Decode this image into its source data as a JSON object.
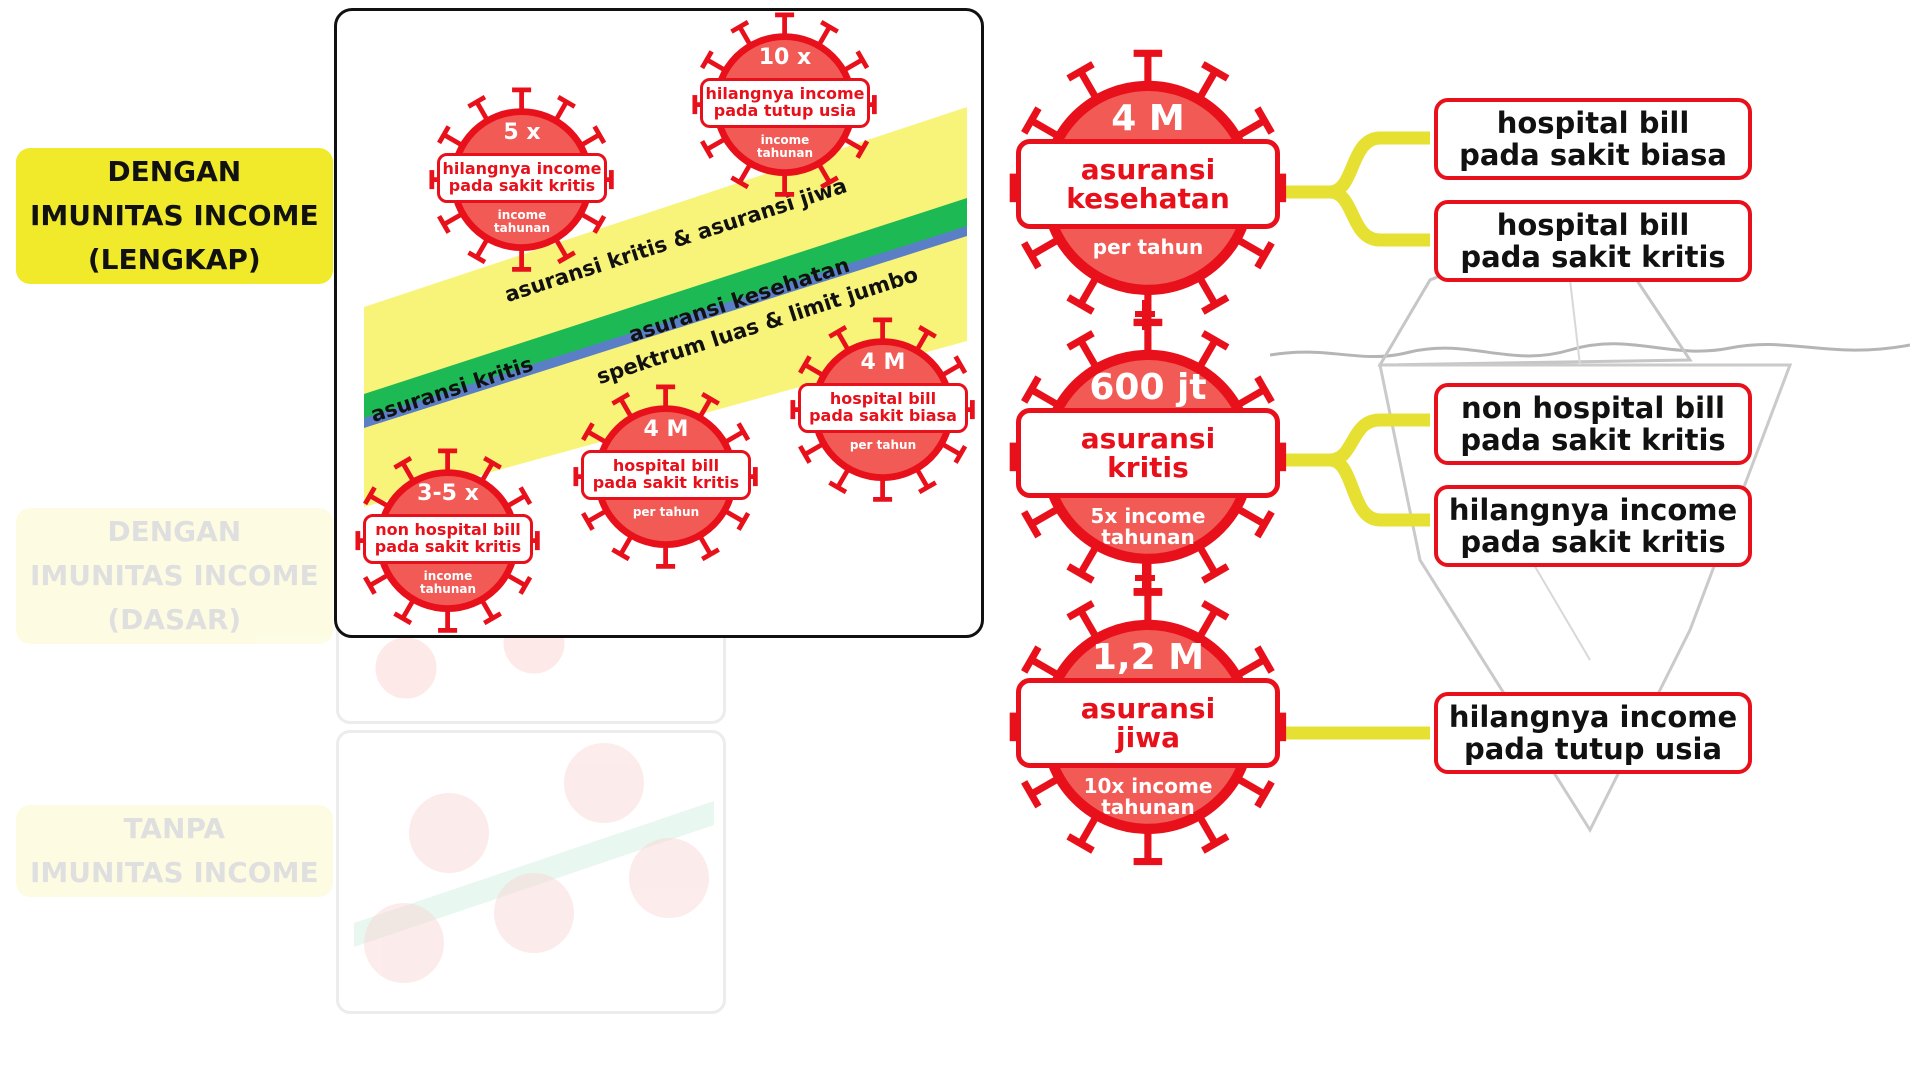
{
  "labels": {
    "lengkap": [
      "DENGAN",
      "IMUNITAS INCOME",
      "(LENGKAP)"
    ],
    "dasar": [
      "DENGAN",
      "IMUNITAS INCOME",
      "(DASAR)"
    ],
    "tanpa": [
      "TANPA",
      "IMUNITAS INCOME"
    ]
  },
  "bands": {
    "top": "asuransi kritis & asuransi jiwa",
    "left": "asuransi kritis",
    "right_line1": "asuransi kesehatan",
    "right_line2": "spektrum luas & limit jumbo"
  },
  "box_viruses": [
    {
      "top": "5 x",
      "line1": "hilangnya income",
      "line2": "pada sakit kritis",
      "b1": "income",
      "b2": "tahunan"
    },
    {
      "top": "10 x",
      "line1": "hilangnya income",
      "line2": "pada tutup usia",
      "b1": "income",
      "b2": "tahunan"
    },
    {
      "top": "4 M",
      "line1": "hospital bill",
      "line2": "pada sakit biasa",
      "b1": "per tahun",
      "b2": ""
    },
    {
      "top": "4 M",
      "line1": "hospital bill",
      "line2": "pada sakit kritis",
      "b1": "per tahun",
      "b2": ""
    },
    {
      "top": "3-5 x",
      "line1": "non hospital bill",
      "line2": "pada sakit kritis",
      "b1": "income",
      "b2": "tahunan"
    }
  ],
  "big_viruses": [
    {
      "top": "4 M",
      "line1": "asuransi",
      "line2": "kesehatan",
      "b1": "per tahun",
      "b2": ""
    },
    {
      "top": "600 jt",
      "line1": "asuransi",
      "line2": "kritis",
      "b1": "5x income",
      "b2": "tahunan"
    },
    {
      "top": "1,2 M",
      "line1": "asuransi",
      "line2": "jiwa",
      "b1": "10x income",
      "b2": "tahunan"
    }
  ],
  "outcomes": [
    {
      "line1": "hospital bill",
      "line2": "pada sakit biasa"
    },
    {
      "line1": "hospital bill",
      "line2": "pada sakit kritis"
    },
    {
      "line1": "non hospital bill",
      "line2": "pada sakit kritis"
    },
    {
      "line1": "hilangnya income",
      "line2": "pada sakit kritis"
    },
    {
      "line1": "hilangnya income",
      "line2": "pada tutup usia"
    }
  ],
  "colors": {
    "red": "#e8101a",
    "red_light": "#f25a55",
    "yellow": "#f1ea2b",
    "band_yellow": "#f8f47a",
    "green": "#1db954",
    "blue": "#5b7fc7"
  }
}
